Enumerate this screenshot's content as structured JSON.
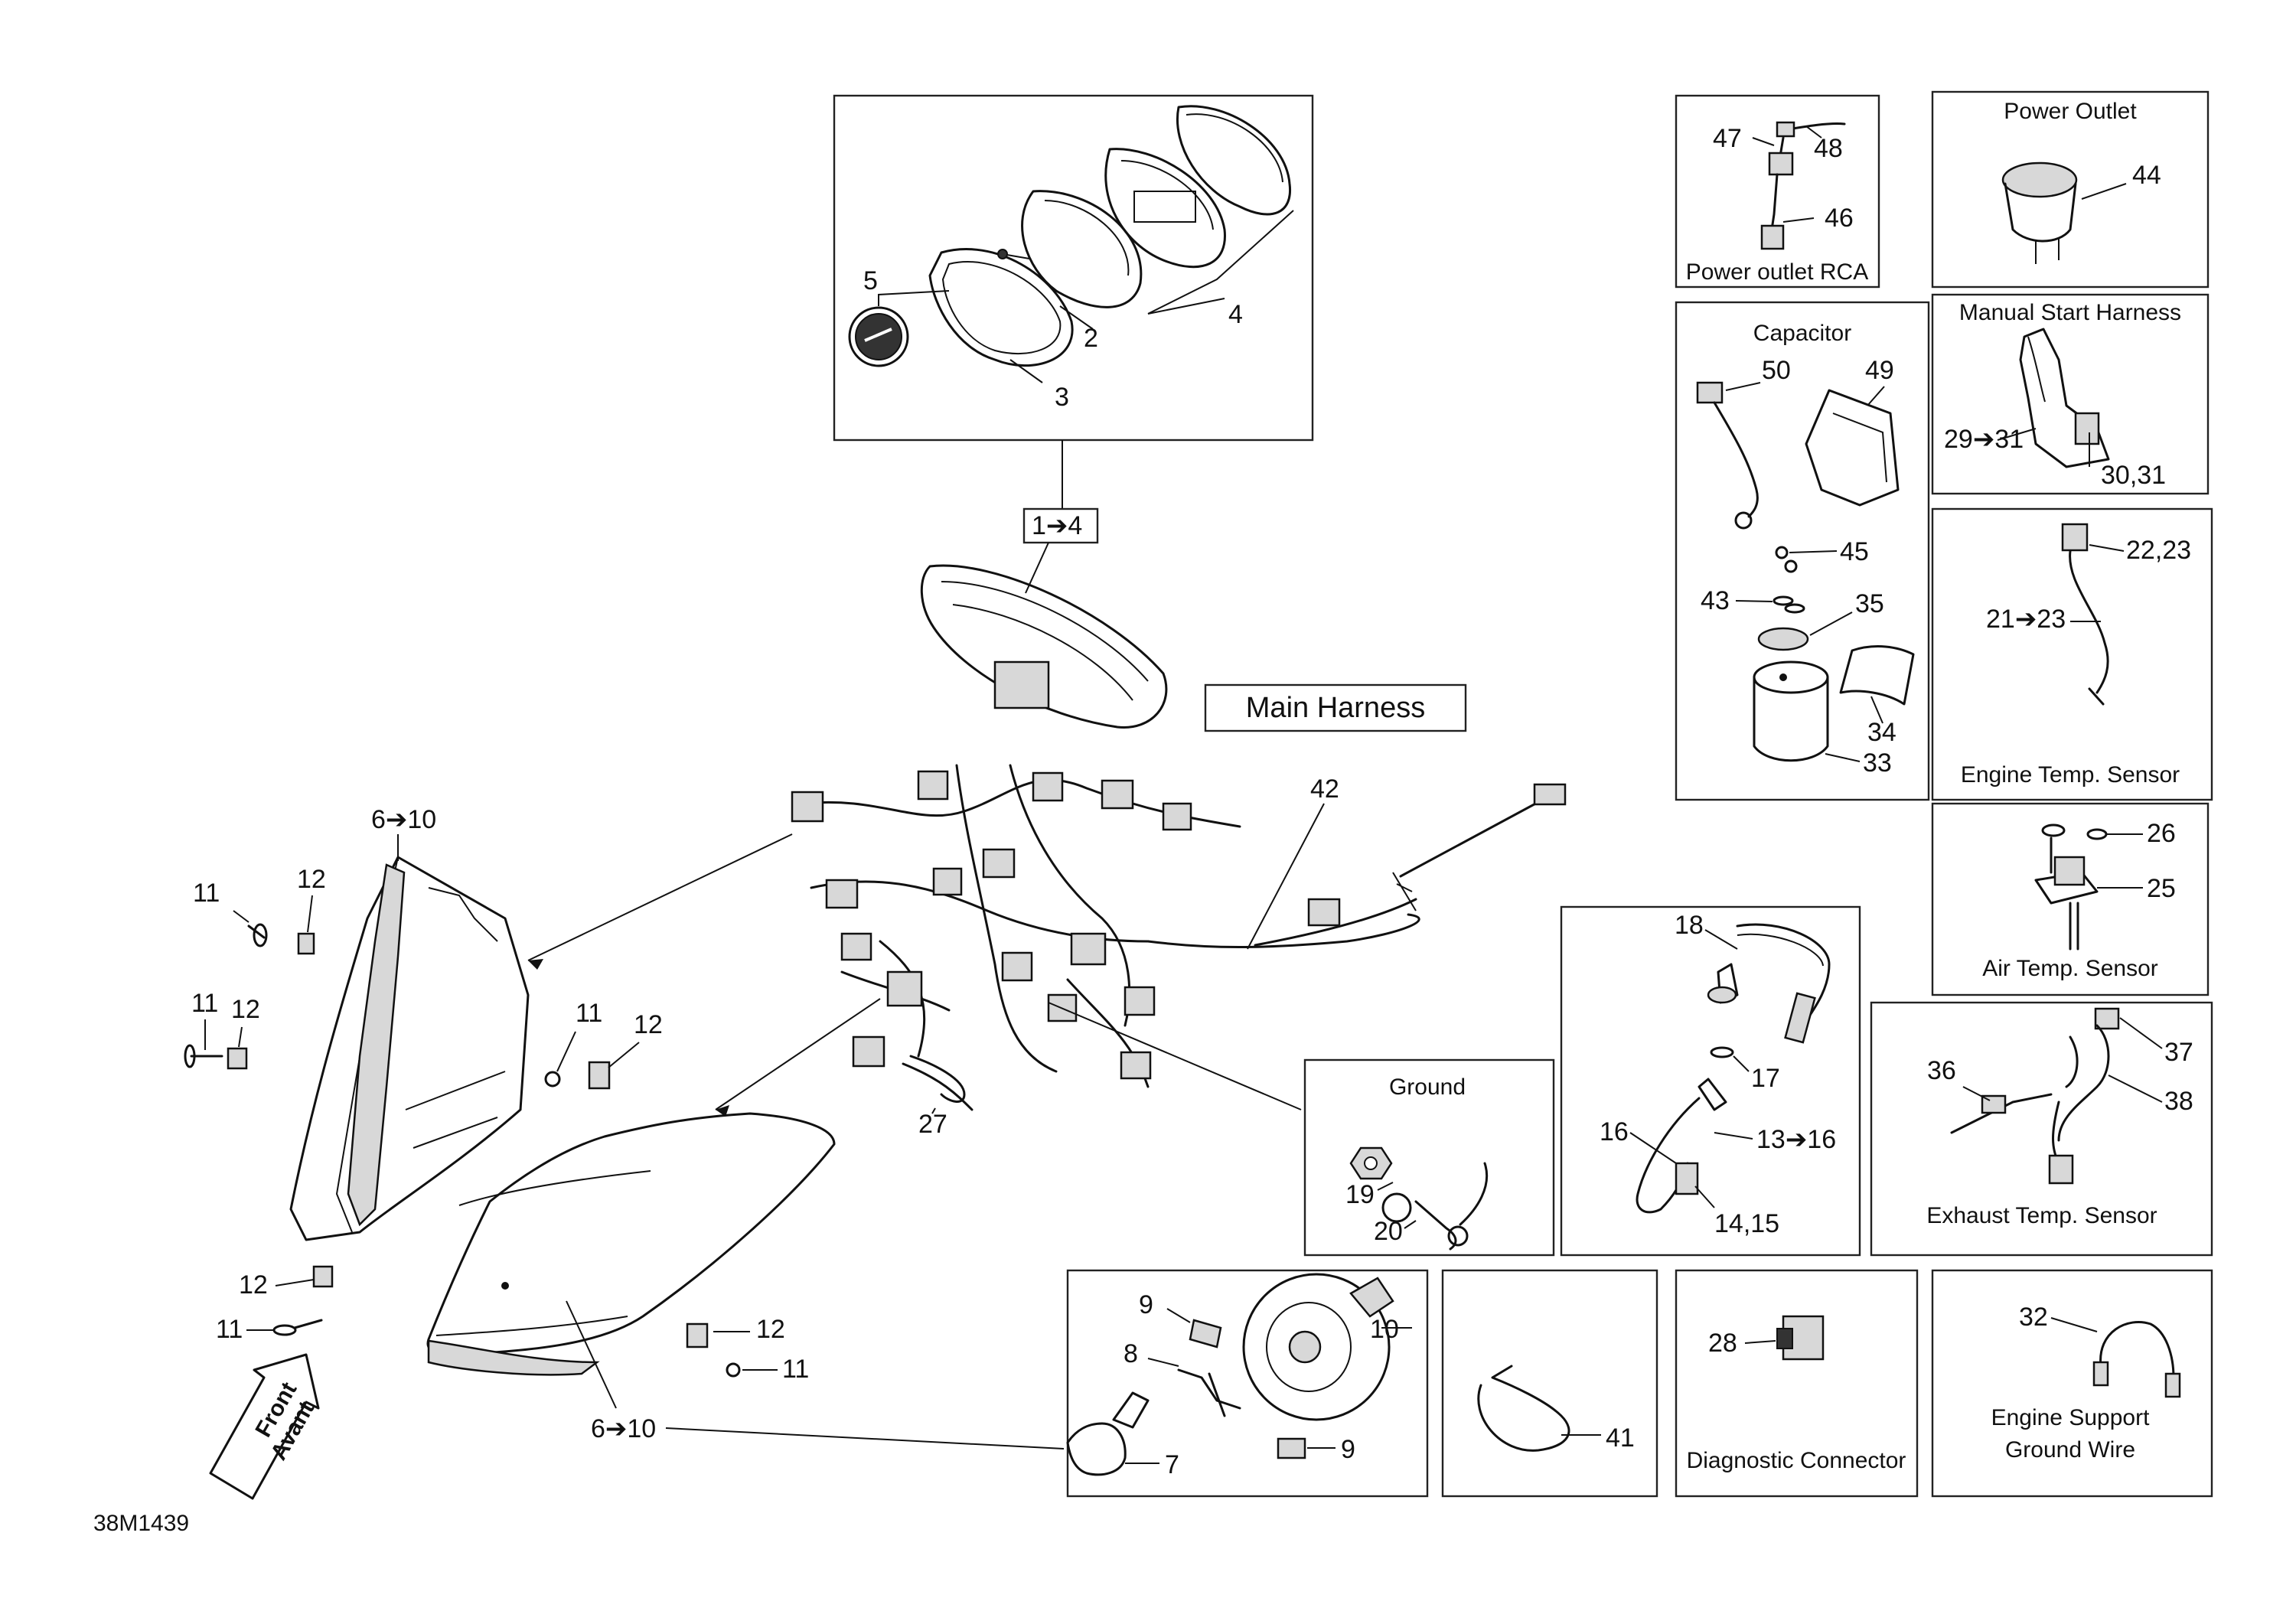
{
  "drawing_id": "38M1439",
  "front_label": "Front",
  "front_label_fr": "Avant",
  "boxes": {
    "power_outlet_rca": "Power outlet RCA",
    "power_outlet": "Power Outlet",
    "capacitor": "Capacitor",
    "manual_start_harness": "Manual Start Harness",
    "engine_temp_sensor": "Engine Temp. Sensor",
    "air_temp_sensor": "Air Temp. Sensor",
    "exhaust_temp_sensor": "Exhaust Temp. Sensor",
    "ground": "Ground",
    "diagnostic_connector": "Diagnostic Connector",
    "engine_support_ground_wire_1": "Engine Support",
    "engine_support_ground_wire_2": "Ground Wire",
    "main_harness": "Main Harness",
    "gauge_group": "1➔4"
  },
  "callouts": {
    "c1": "5",
    "c2": "2",
    "c3": "3",
    "c4": "4",
    "c5": "47",
    "c6": "48",
    "c7": "46",
    "c8": "44",
    "c9": "50",
    "c10": "49",
    "c11": "45",
    "c12": "43",
    "c13": "35",
    "c14": "34",
    "c15": "33",
    "c16": "29➔31",
    "c17": "30,31",
    "c18": "22,23",
    "c19": "21➔23",
    "c20": "26",
    "c21": "25",
    "c22": "37",
    "c23": "36",
    "c24": "38",
    "c25": "42",
    "c26": "6➔10",
    "c27": "11",
    "c28": "12",
    "c29": "11",
    "c30": "12",
    "c31": "11",
    "c32": "12",
    "c33": "12",
    "c34": "11",
    "c35": "12",
    "c36": "11",
    "c37": "6➔10",
    "c38": "27",
    "c39": "18",
    "c40": "17",
    "c41": "16",
    "c42": "13➔16",
    "c43": "14,15",
    "c44": "19",
    "c45": "20",
    "c46": "9",
    "c47": "8",
    "c48": "10",
    "c49": "7",
    "c50": "9",
    "c51": "41",
    "c52": "28",
    "c53": "32"
  }
}
